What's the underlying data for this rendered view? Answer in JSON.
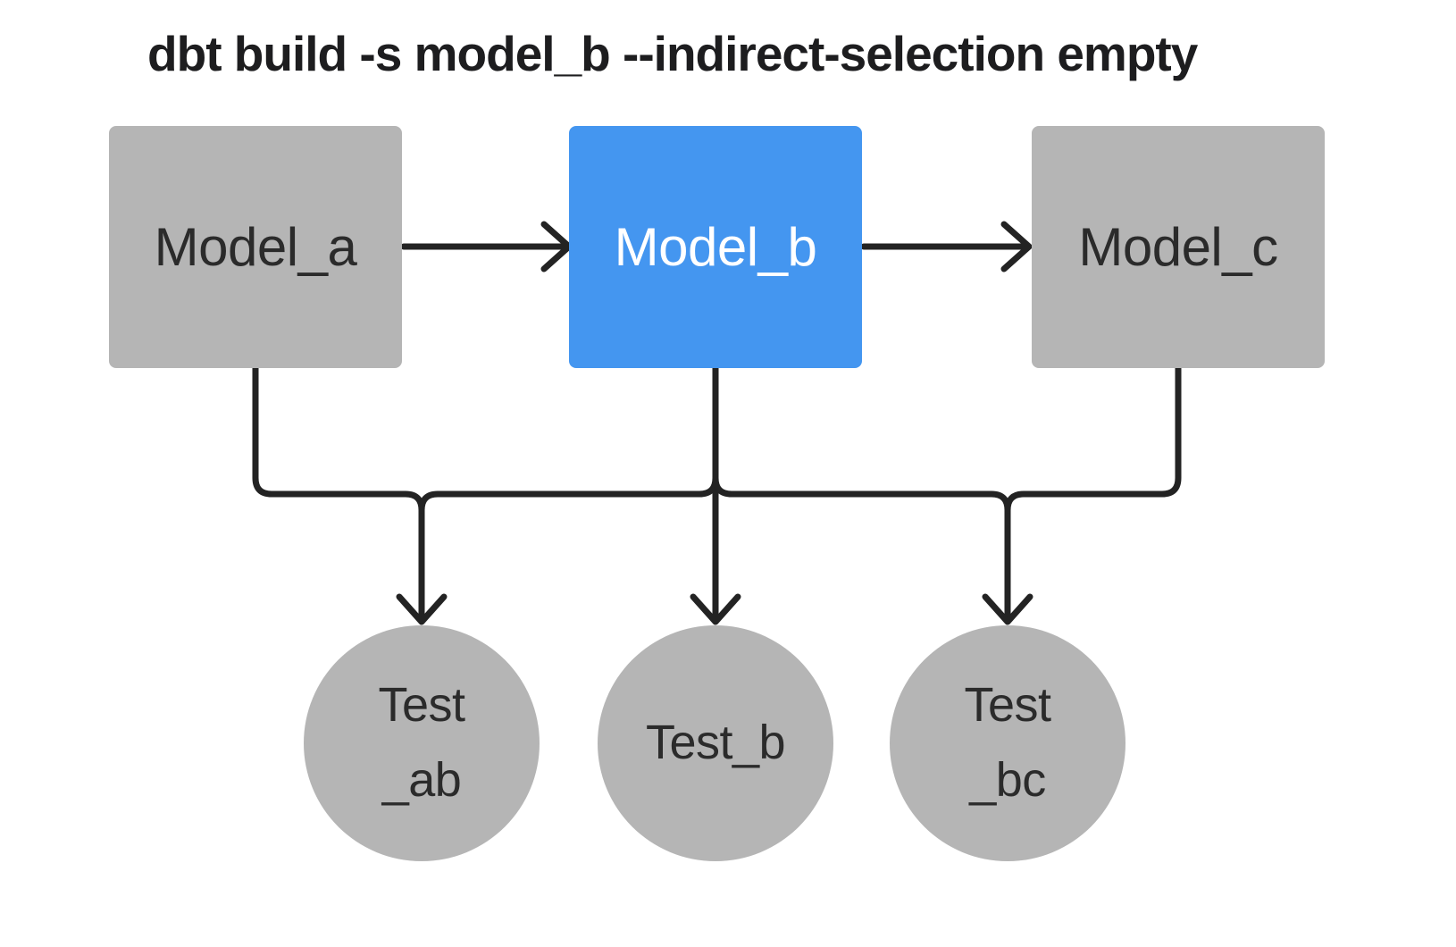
{
  "title": "dbt build -s model_b --indirect-selection empty",
  "colors": {
    "background": "#ffffff",
    "node_gray": "#b5b5b5",
    "node_blue": "#4496f0",
    "edge": "#232323",
    "title_text": "#1d1d1f",
    "node_text_dark": "#2b2b2b",
    "node_text_light": "#ffffff"
  },
  "models": [
    {
      "id": "model_a",
      "label": "Model_a",
      "selected": false
    },
    {
      "id": "model_b",
      "label": "Model_b",
      "selected": true
    },
    {
      "id": "model_c",
      "label": "Model_c",
      "selected": false
    }
  ],
  "tests": [
    {
      "id": "test_ab",
      "lines": [
        "Test",
        "_ab"
      ]
    },
    {
      "id": "test_b",
      "lines": [
        "Test_b"
      ]
    },
    {
      "id": "test_bc",
      "lines": [
        "Test",
        "_bc"
      ]
    }
  ],
  "edges": [
    {
      "from": "model_a",
      "to": "model_b"
    },
    {
      "from": "model_b",
      "to": "model_c"
    },
    {
      "from": "model_a",
      "to": "test_ab"
    },
    {
      "from": "model_b",
      "to": "test_ab"
    },
    {
      "from": "model_b",
      "to": "test_b"
    },
    {
      "from": "model_b",
      "to": "test_bc"
    },
    {
      "from": "model_c",
      "to": "test_bc"
    }
  ]
}
